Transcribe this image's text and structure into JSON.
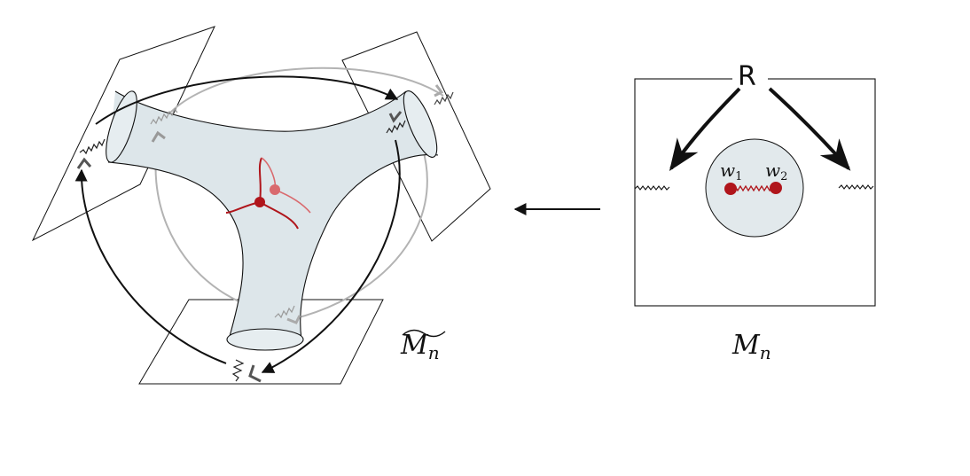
{
  "labels": {
    "region": "R",
    "point_1_base": "w",
    "point_1_sub": "1",
    "point_2_base": "w",
    "point_2_sub": "2",
    "cover_base": "M",
    "cover_sub": "n",
    "base_base": "M",
    "base_sub": "n"
  },
  "colors": {
    "ink": "#111111",
    "surface_fill": "#dde6ea",
    "disk_fill": "#e2e9ec",
    "gray_curve": "#b3b3b3",
    "red": "#b0151b",
    "red_light": "#d96a6e"
  }
}
